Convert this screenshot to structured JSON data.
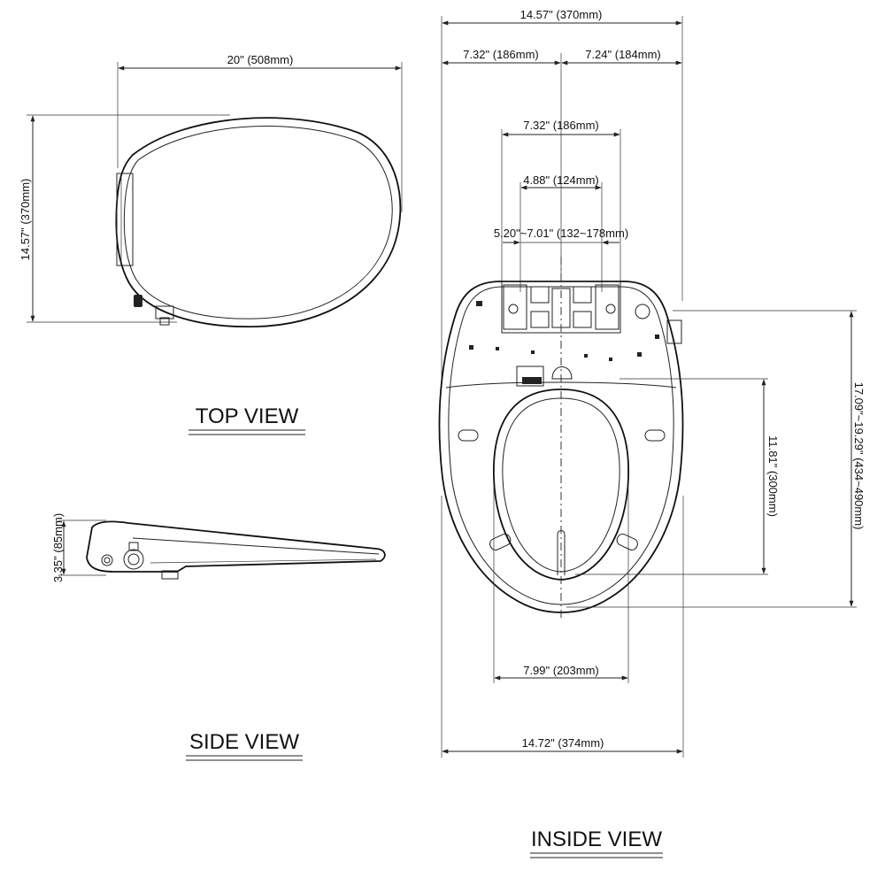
{
  "top_view": {
    "title": "TOP VIEW",
    "width_dim": "20\" (508mm)",
    "depth_dim": "14.57\" (370mm)"
  },
  "side_view": {
    "title": "SIDE VIEW",
    "height_dim": "3.35\" (85mm)"
  },
  "inside_view": {
    "title": "INSIDE VIEW",
    "overall_width_top": "14.57\" (370mm)",
    "left_half": "7.32\" (186mm)",
    "right_half": "7.24\" (184mm)",
    "bracket_outer": "7.32\" (186mm)",
    "bracket_inner": "4.88\" (124mm)",
    "bolt_range": "5.20\"~7.01\" (132~178mm)",
    "opening_length": "11.81\" (300mm)",
    "overall_length": "17.09\"~19.29\" (434~490mm)",
    "opening_width": "7.99\" (203mm)",
    "overall_width_bottom": "14.72\" (374mm)"
  }
}
